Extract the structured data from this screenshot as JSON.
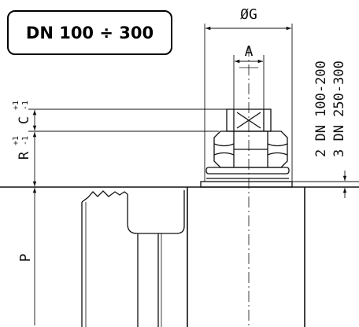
{
  "badge": {
    "label": "DN 100 ÷ 300"
  },
  "dimensions": {
    "phi_g": "ØG",
    "a": "A",
    "c_tolerance_upper": "+1",
    "c_label": "C",
    "c_tolerance_lower": "-1",
    "r_tolerance_upper": "+1",
    "r_label": "R",
    "r_tolerance_lower": "-1",
    "p": "P",
    "note_line_1": "2 DN 100-200",
    "note_line_2": "3 DN 250-300"
  },
  "colors": {
    "line": "#111111",
    "background": "#ffffff"
  }
}
